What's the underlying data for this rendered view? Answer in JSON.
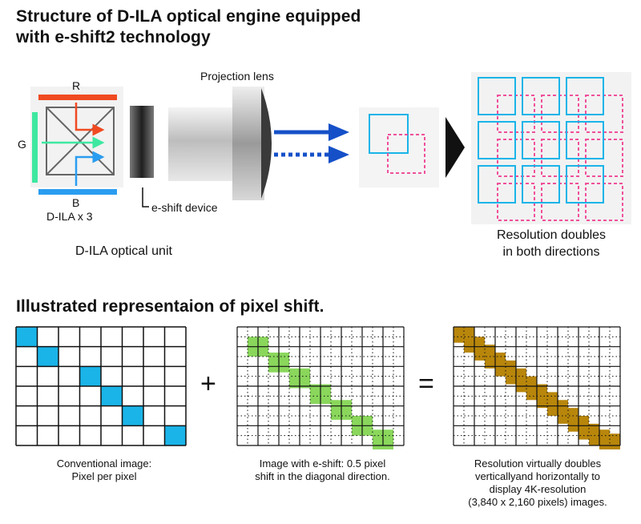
{
  "header": {
    "title_line1": "Structure of D-ILA optical engine equipped",
    "title_line2": "with e-shift2 technology"
  },
  "engine": {
    "label_r": "R",
    "label_g": "G",
    "label_b": "B",
    "dila_count": "D-ILA x 3",
    "projection_lens": "Projection lens",
    "eshift_device": "e-shift device",
    "optical_unit": "D-ILA optical unit",
    "resolution_line1": "Resolution doubles",
    "resolution_line2": "in both directions",
    "colors": {
      "red": "#f04a22",
      "green": "#3ee8a0",
      "blue": "#2a9df0",
      "arrow": "#1550c8",
      "cyan": "#1ab4e8",
      "magenta": "#f0509a"
    }
  },
  "pixel_shift": {
    "title": "Illustrated representaion of pixel shift.",
    "plus": "+",
    "equals": "=",
    "caption_left_1": "Conventional image:",
    "caption_left_2": "Pixel per pixel",
    "caption_mid_1": "Image with e-shift: 0.5 pixel",
    "caption_mid_2": "shift in the diagonal direction.",
    "caption_right_1": "Resolution virtually doubles",
    "caption_right_2": "verticallyand horizontally to",
    "caption_right_3": "display 4K-resolution",
    "caption_right_4": "(3,840 x 2,160 pixels) images.",
    "colors": {
      "conventional": "#1ab4e8",
      "eshift": "#7dd34a",
      "combined": "#b8860b"
    }
  }
}
